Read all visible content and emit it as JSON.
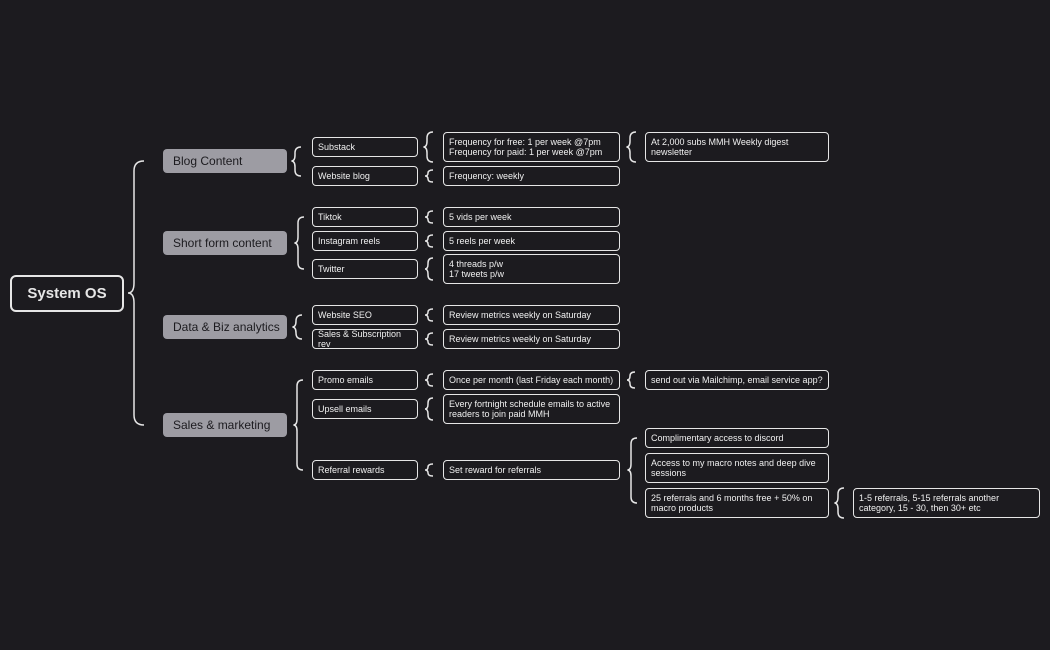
{
  "root": "System OS",
  "categories": {
    "blog": "Blog Content",
    "short": "Short form content",
    "data": "Data & Biz analytics",
    "sales": "Sales & marketing"
  },
  "nodes": {
    "substack": "Substack",
    "website_blog": "Website blog",
    "substack_freq": "Frequency for free: 1 per week @7pm\nFrequency for paid: 1 per week @7pm",
    "substack_digest": "At 2,000 subs MMH Weekly digest newsletter",
    "blog_freq": "Frequency: weekly",
    "tiktok": "Tiktok",
    "tiktok_freq": "5 vids per week",
    "reels": "Instagram reels",
    "reels_freq": "5 reels per week",
    "twitter": "Twitter",
    "twitter_freq": "4 threads p/w\n17 tweets p/w",
    "seo": "Website SEO",
    "seo_review": "Review metrics weekly on Saturday",
    "sales_rev": "Sales & Subscription rev",
    "sales_rev_review": "Review metrics weekly on Saturday",
    "promo": "Promo emails",
    "promo_freq": "Once per month (last Friday each month)",
    "promo_send": "send out via Mailchimp, email service app?",
    "upsell": "Upsell emails",
    "upsell_desc": "Every fortnight schedule emails to active readers to join paid MMH",
    "referral": "Referral rewards",
    "referral_set": "Set reward for referrals",
    "reward_discord": "Complimentary access to discord",
    "reward_notes": "Access to my macro notes and deep dive sessions",
    "reward_25": "25 referrals and 6 months free + 50% on macro products",
    "reward_tiers": "1-5 referrals, 5-15 referrals another category, 15 - 30, then 30+ etc"
  }
}
